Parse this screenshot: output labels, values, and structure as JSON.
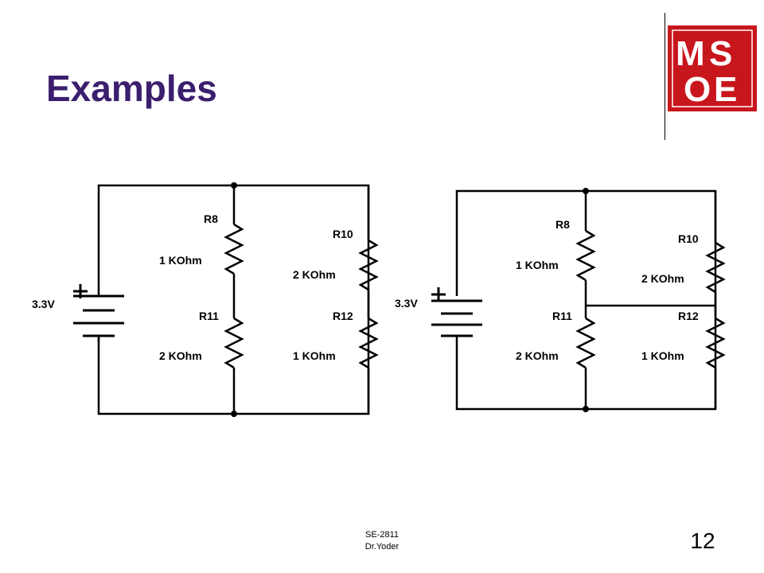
{
  "slide": {
    "title": "Examples"
  },
  "logo": {
    "text": "MSOE",
    "color": "#c8161d"
  },
  "circuit_a": {
    "source": "3.3V",
    "r8_name": "R8",
    "r8_value": "1 KOhm",
    "r11_name": "R11",
    "r11_value": "2 KOhm",
    "r10_name": "R10",
    "r10_value": "2 KOhm",
    "r12_name": "R12",
    "r12_value": "1 KOhm"
  },
  "circuit_b": {
    "source": "3.3V",
    "r8_name": "R8",
    "r8_value": "1 KOhm",
    "r11_name": "R11",
    "r11_value": "2 KOhm",
    "r10_name": "R10",
    "r10_value": "2 KOhm",
    "r12_name": "R12",
    "r12_value": "1 KOhm"
  },
  "footer": {
    "course": "SE-2811",
    "author": "Dr.Yoder",
    "page_number": "12"
  }
}
